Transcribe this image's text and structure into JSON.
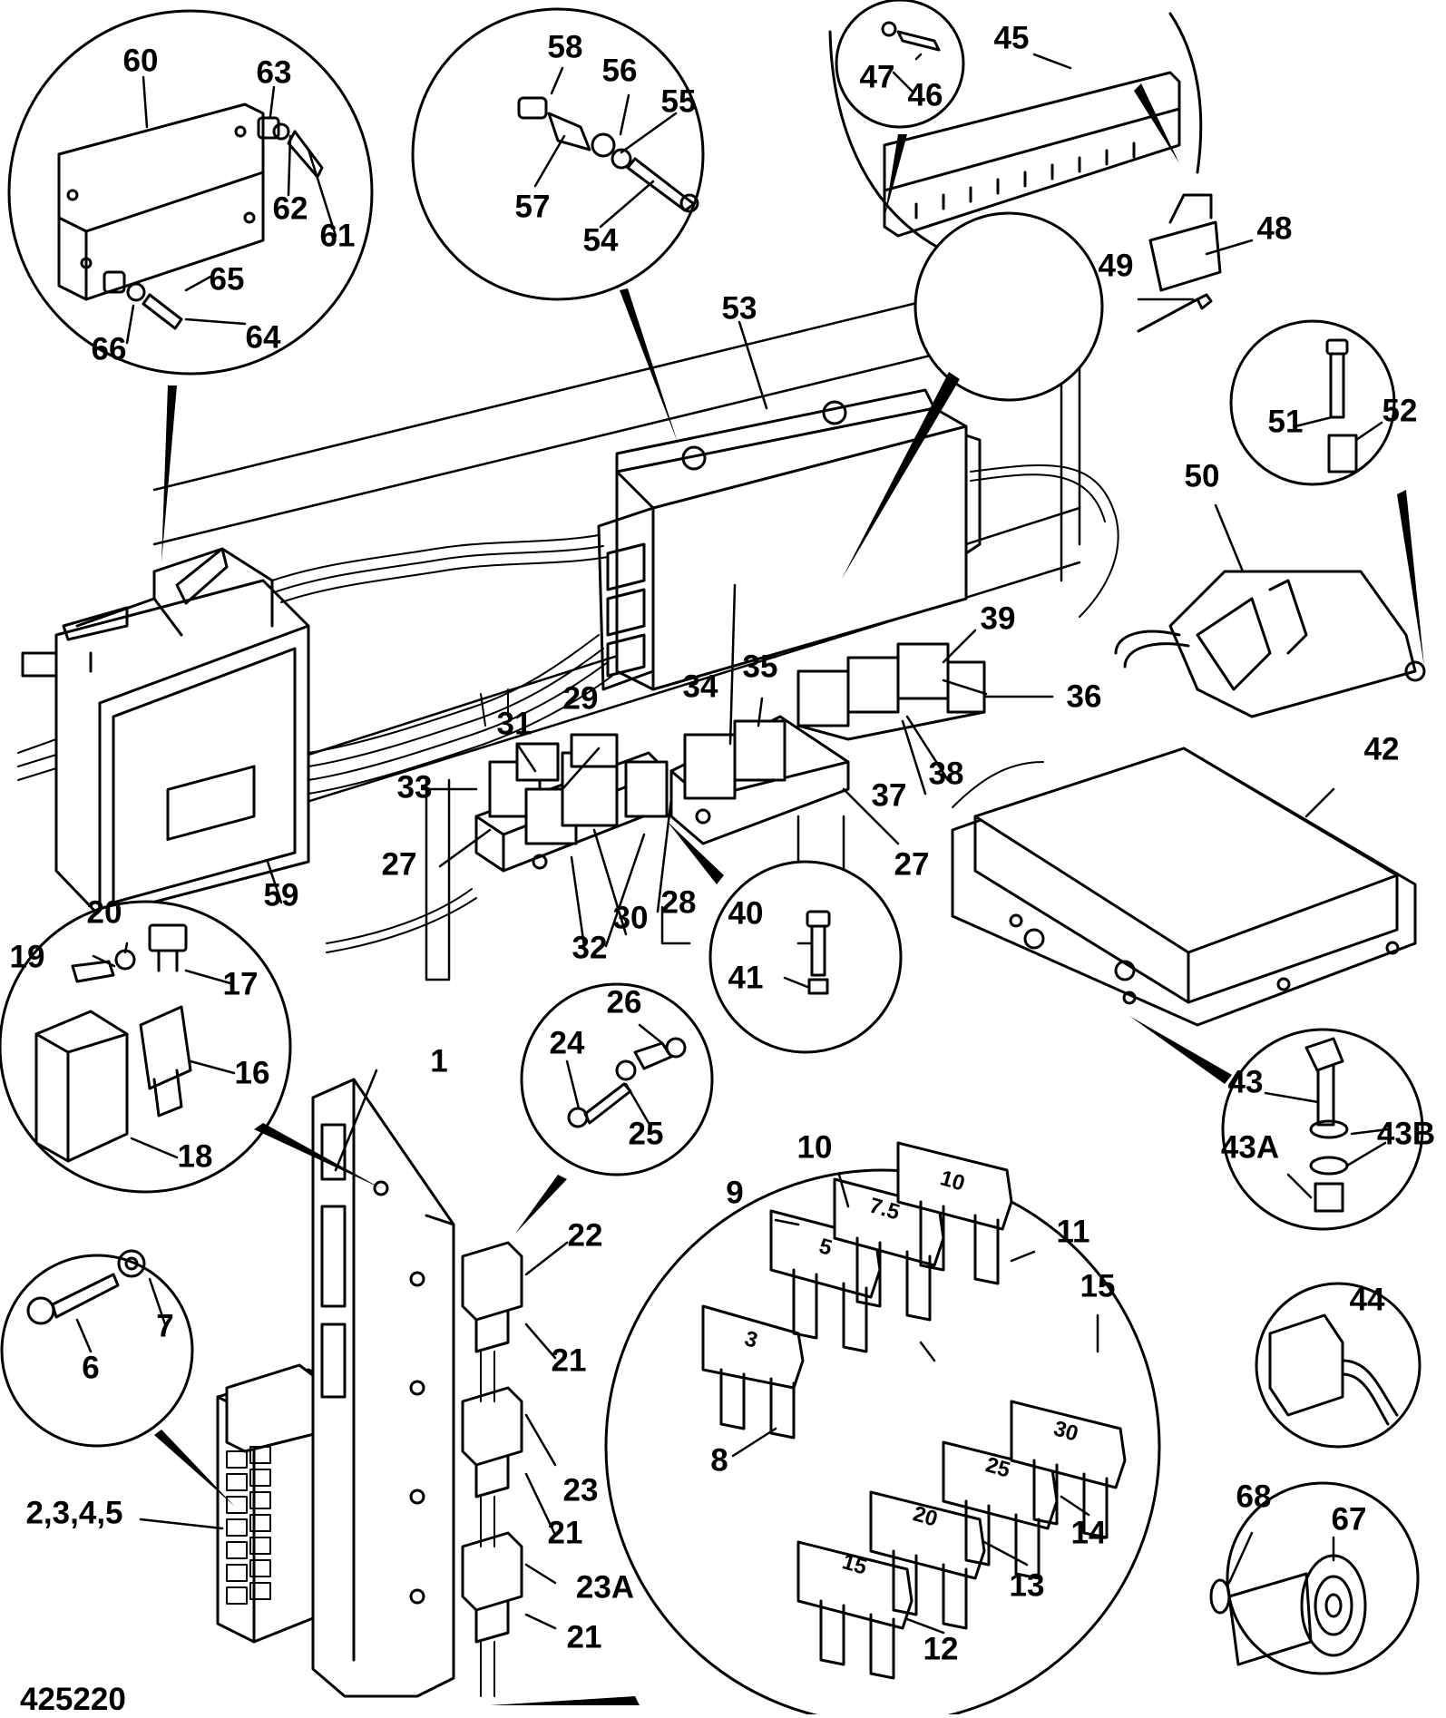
{
  "drawing_number": "425220",
  "callouts": [
    "1",
    "2,3,4,5",
    "6",
    "7",
    "8",
    "9",
    "10",
    "11",
    "12",
    "13",
    "14",
    "15",
    "16",
    "17",
    "18",
    "19",
    "20",
    "21",
    "21",
    "21",
    "22",
    "23",
    "23A",
    "24",
    "25",
    "26",
    "27",
    "27",
    "28",
    "29",
    "30",
    "31",
    "32",
    "33",
    "34",
    "35",
    "36",
    "37",
    "38",
    "39",
    "40",
    "41",
    "42",
    "43",
    "43A",
    "43B",
    "44",
    "45",
    "46",
    "47",
    "48",
    "49",
    "50",
    "51",
    "52",
    "53",
    "54",
    "55",
    "56",
    "57",
    "58",
    "59",
    "60",
    "61",
    "62",
    "63",
    "64",
    "65",
    "66",
    "67",
    "68"
  ],
  "fuse_values": [
    "3",
    "5",
    "7.5",
    "10",
    "15",
    "20",
    "25",
    "30"
  ]
}
